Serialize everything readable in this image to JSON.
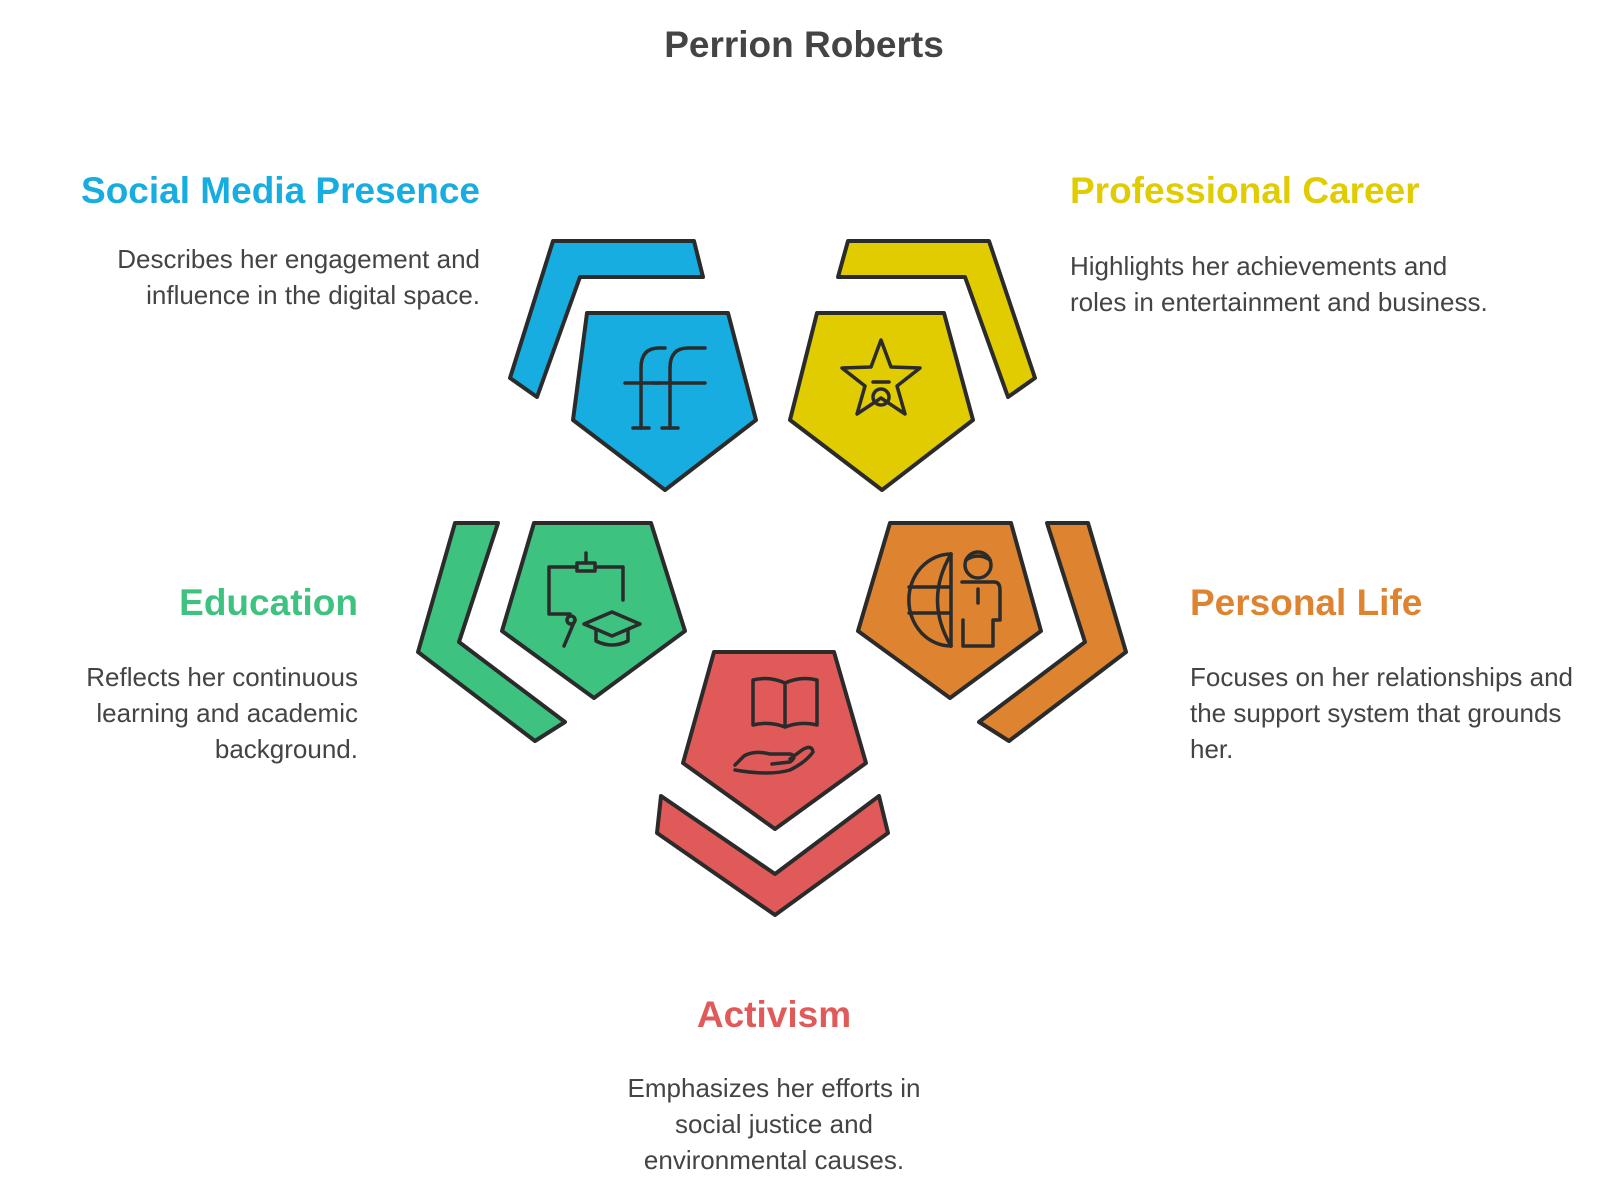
{
  "title": "Perrion Roberts",
  "colors": {
    "social": "#17ade0",
    "career": "#e0cc00",
    "education": "#3ec27f",
    "personal": "#de8431",
    "activism": "#e05a5a",
    "stroke": "#2b2b2b",
    "text": "#444444"
  },
  "sections": {
    "social": {
      "label": "Social Media Presence",
      "desc": "Describes her engagement and influence in the digital space.",
      "icon": "social-ff-icon"
    },
    "career": {
      "label": "Professional Career",
      "desc": "Highlights her achievements and roles in entertainment and business.",
      "icon": "star-award-icon"
    },
    "education": {
      "label": "Education",
      "desc": "Reflects her continuous learning and academic background.",
      "icon": "classroom-graduation-icon"
    },
    "personal": {
      "label": "Personal Life",
      "desc": "Focuses on her relationships and the support system that grounds her.",
      "icon": "globe-person-icon"
    },
    "activism": {
      "label": "Activism",
      "desc": "Emphasizes her efforts in social justice and environmental causes.",
      "icon": "book-hand-icon"
    }
  }
}
